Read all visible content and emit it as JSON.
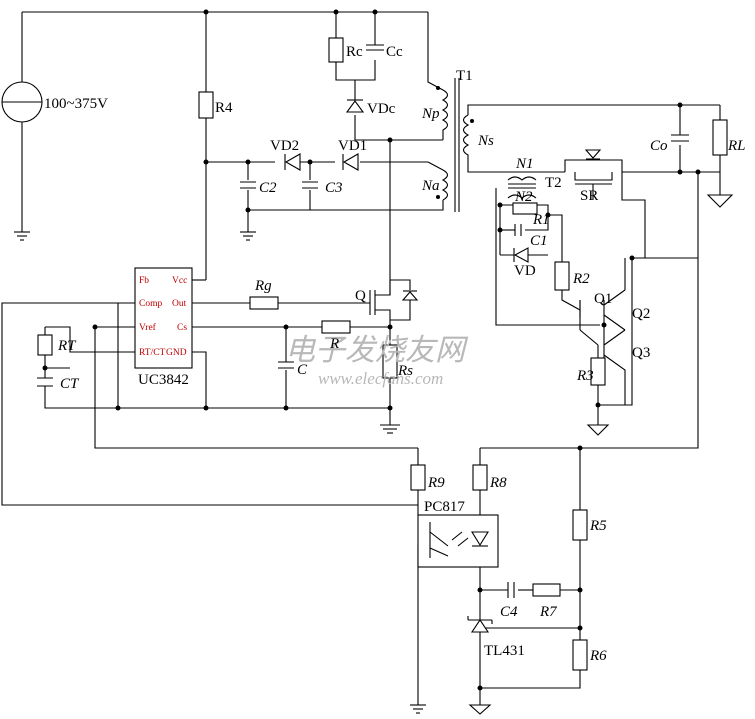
{
  "source": {
    "label": "100~375V"
  },
  "ic": {
    "name": "UC3842",
    "pins": [
      "Fb",
      "Comp",
      "Vref",
      "RT/CT",
      "Vcc",
      "Out",
      "Cs",
      "GND"
    ]
  },
  "labels": {
    "R4": "R4",
    "Rc": "Rc",
    "Cc": "Cc",
    "VDc": "VDc",
    "Np": "Np",
    "Na": "Na",
    "Ns": "Ns",
    "T1": "T1",
    "Co": "Co",
    "RL": "RL",
    "VD1": "VD1",
    "VD2": "VD2",
    "C2": "C2",
    "C3": "C3",
    "N1": "N1",
    "N2": "N2",
    "T2": "T2",
    "SR": "SR",
    "R1": "R1",
    "C1": "C1",
    "VD": "VD",
    "R2": "R2",
    "R3": "R3",
    "Q1": "Q1",
    "Q2": "Q2",
    "Q3": "Q3",
    "Rg": "Rg",
    "Q": "Q",
    "R": "R",
    "C": "C",
    "Rs": "Rs",
    "RT": "RT",
    "CT": "CT",
    "R9": "R9",
    "R8": "R8",
    "PC817": "PC817",
    "R5": "R5",
    "C4": "C4",
    "R7": "R7",
    "R6": "R6",
    "TL431": "TL431"
  },
  "watermark": {
    "cn": "电子发烧友网",
    "url": "www.elecfans.com"
  }
}
